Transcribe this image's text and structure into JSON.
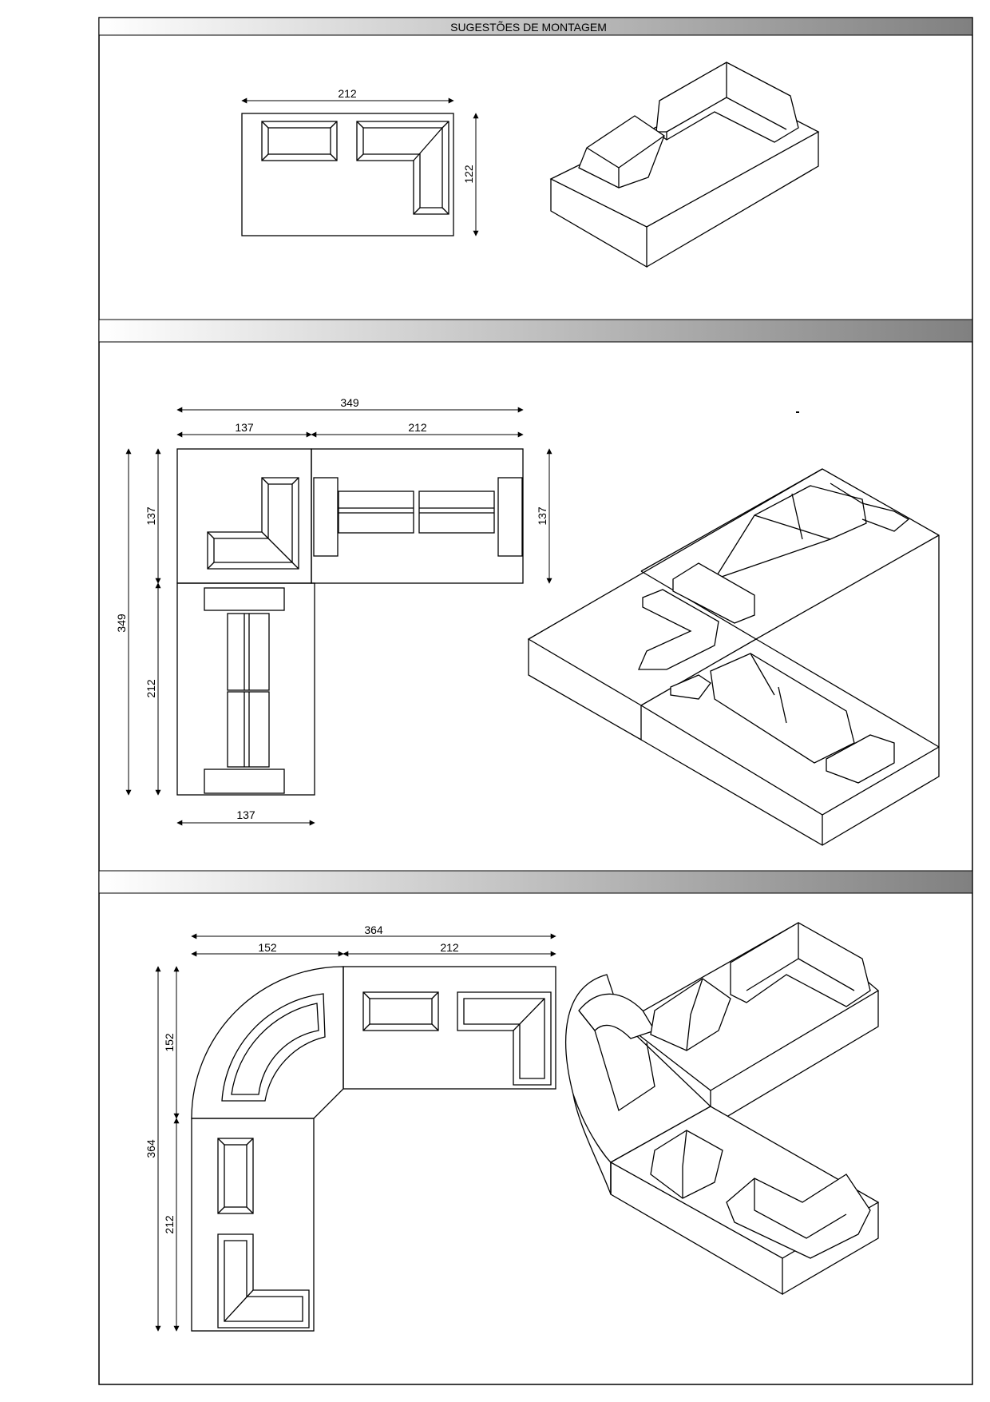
{
  "sheet": {
    "title": "SUGESTÕES DE MONTAGEM",
    "header_gradient": [
      "#ffffff",
      "#808080"
    ],
    "line_color": "#000000"
  },
  "section1": {
    "dim_width": "212",
    "dim_height": "122"
  },
  "section2": {
    "dim_total": "349",
    "dim_left": "137",
    "dim_right": "212",
    "dim_side_total": "349",
    "dim_side_top": "137",
    "dim_side_bottom": "212",
    "dim_right_height": "137",
    "dim_bottom": "137"
  },
  "section3": {
    "dim_total": "364",
    "dim_left": "152",
    "dim_right": "212",
    "dim_side_total": "364",
    "dim_side_top": "152",
    "dim_side_bottom": "212"
  }
}
